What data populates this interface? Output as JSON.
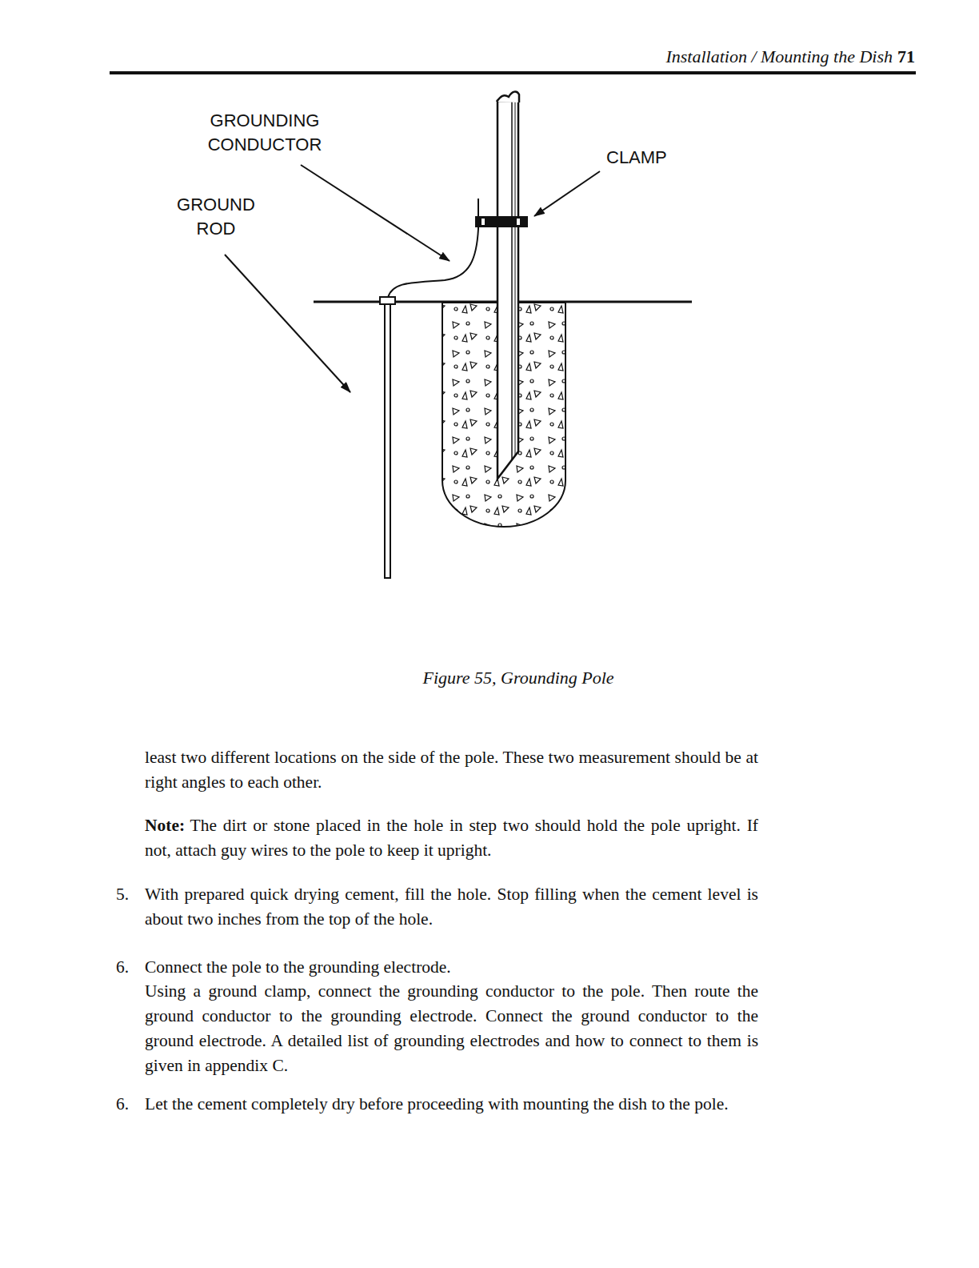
{
  "diagram": {
    "caption": "Figure 55, Grounding Pole",
    "labels": [
      "Installation / Mounting the Dish",
      "71",
      "GROUNDING CONDUCTOR",
      "GROUND ROD",
      "CLAMP",
      "least two different locations on the side of the pole. These two measurement should be at right angles to each other.",
      "Note:",
      "The dirt or stone placed in the hole in step two should hold the pole upright. If not, attach guy wires to the pole to keep it upright.",
      "5.",
      "With prepared quick drying cement, fill the hole. Stop filling when the cement level is about two inches from the top of the hole.",
      "6.",
      "Connect the pole to the grounding electrode.",
      "Using a ground clamp, connect the grounding conductor to the pole. Then route the ground conductor to the grounding electrode. Connect the ground conductor to the ground electrode. A detailed list of grounding electrodes and how to connect to them is given in appendix C.",
      "6.",
      "Let the cement completely dry before proceeding with mounting the dish to the pole."
    ]
  }
}
